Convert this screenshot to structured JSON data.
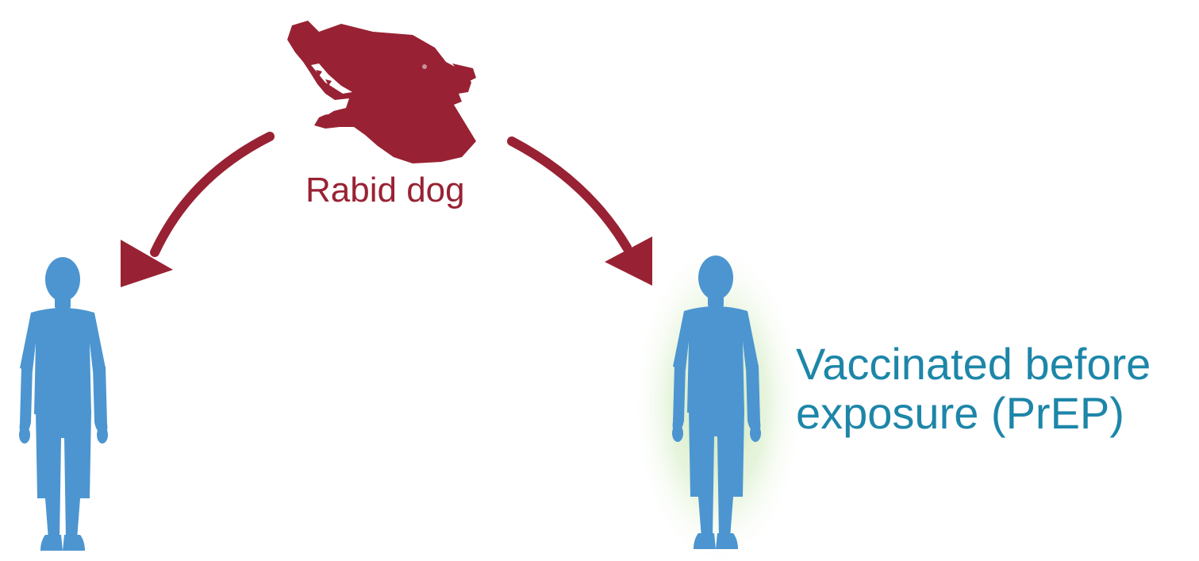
{
  "dog": {
    "label": "Rabid dog",
    "color": "#982233",
    "icon": "dog-head-silhouette-icon"
  },
  "people": {
    "color": "#4c95d0",
    "icon": "child-silhouette-icon",
    "glow_color": "#9bd17a"
  },
  "vaccinated": {
    "line1": "Vaccinated before",
    "line2": "exposure (PrEP)",
    "color": "#1d86a8"
  },
  "arrows": {
    "color": "#982233"
  }
}
